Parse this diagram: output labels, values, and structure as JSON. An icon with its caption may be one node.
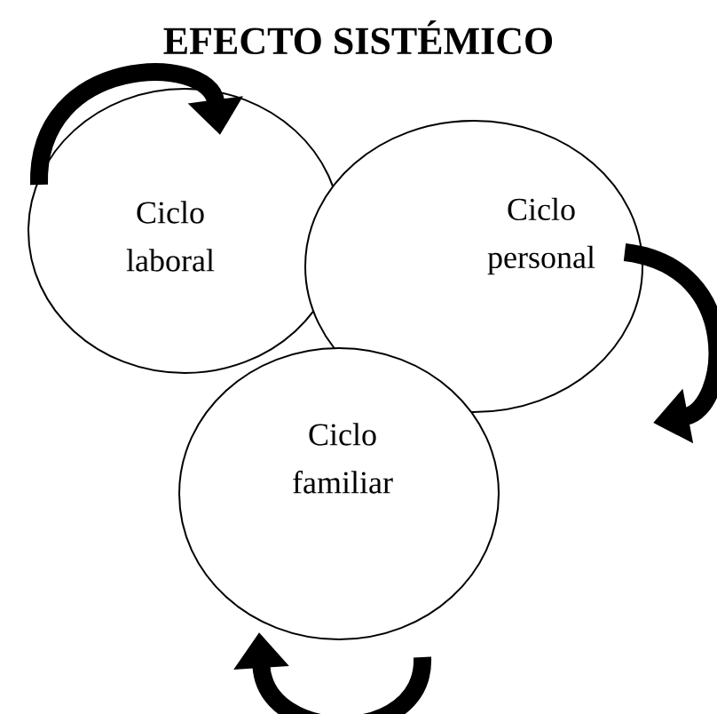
{
  "diagram": {
    "title": "EFECTO SISTÉMICO",
    "nodes": [
      {
        "text": [
          "Ciclo laboral"
        ]
      },
      {
        "text": [
          "Ciclo personal"
        ]
      },
      {
        "text": [
          "Ciclo familiar"
        ]
      }
    ],
    "edges": []
  }
}
